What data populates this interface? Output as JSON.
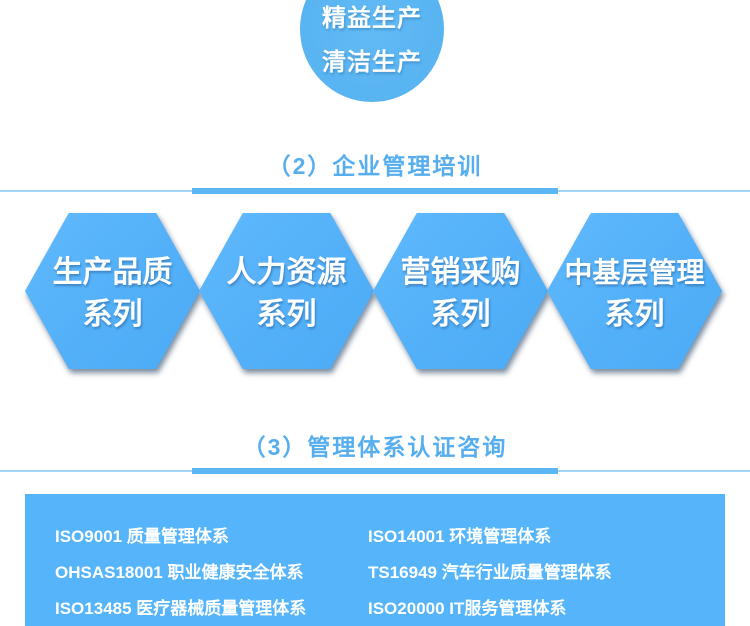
{
  "top_circle": {
    "lines": [
      "精益生产",
      "清洁生产"
    ]
  },
  "sections": {
    "training": {
      "title": "（2）企业管理培训"
    },
    "certification": {
      "title": "（3）管理体系认证咨询"
    }
  },
  "hexagons": [
    {
      "line1": "生产品质",
      "line2": "系列"
    },
    {
      "line1": "人力资源",
      "line2": "系列"
    },
    {
      "line1": "营销采购",
      "line2": "系列"
    },
    {
      "line1": "中基层管理",
      "line2": "系列"
    }
  ],
  "cert_box": {
    "left_items": [
      "ISO9001 质量管理体系",
      "OHSAS18001 职业健康安全体系",
      "ISO13485 医疗器械质量管理体系"
    ],
    "right_items": [
      "ISO14001 环境管理体系",
      "TS16949 汽车行业质量管理体系",
      "ISO20000 IT服务管理体系"
    ]
  },
  "colors": {
    "accent_blue": "#57aeef",
    "circle_blue": "#59b4f2",
    "hex_blue": "#53b0f8",
    "box_blue": "#55b4fa",
    "divider_thick": "#5bb6f3",
    "divider_thin": "#a2d4f7"
  }
}
